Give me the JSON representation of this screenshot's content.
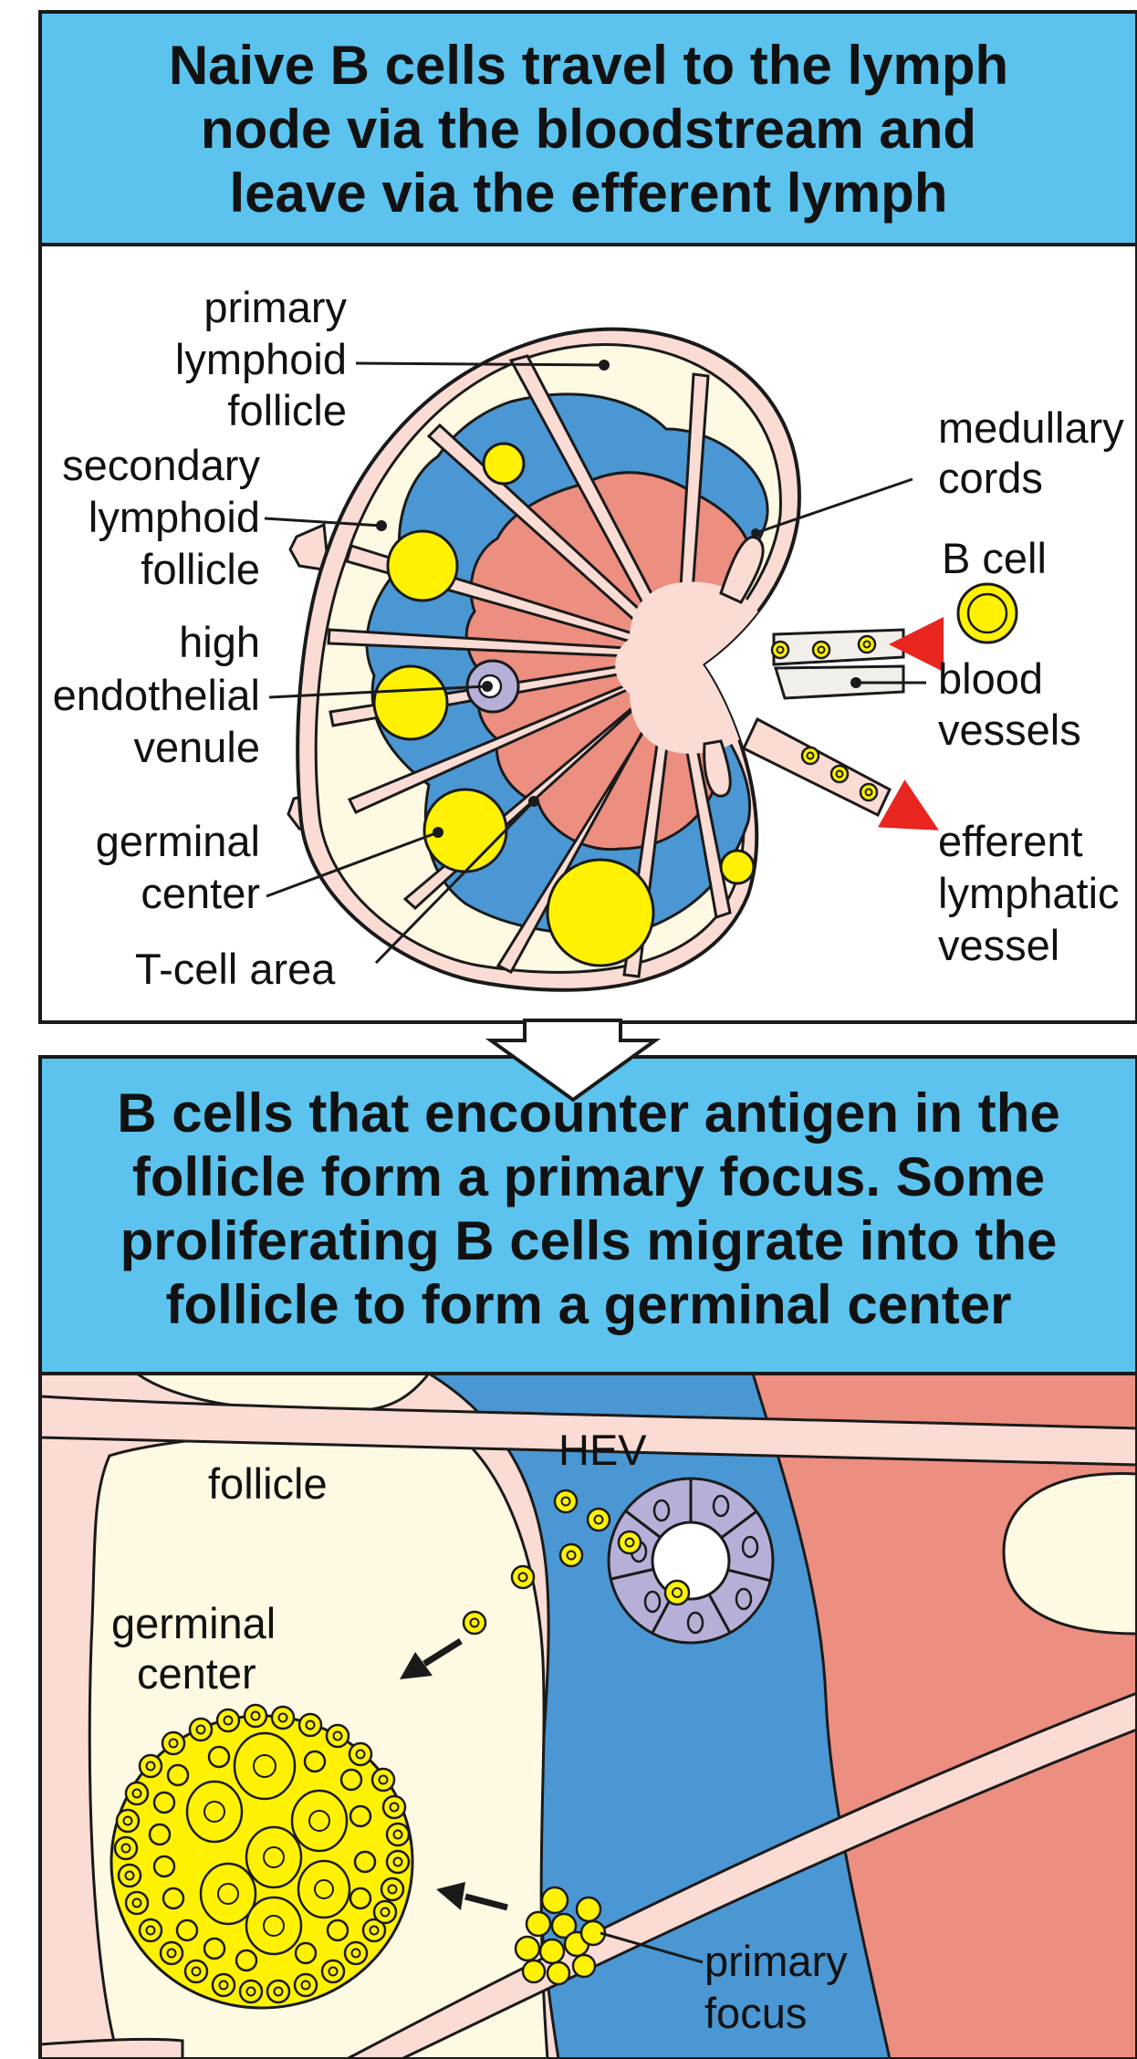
{
  "panel1": {
    "title_lines": [
      "Naive B cells travel to the lymph",
      "node via the bloodstream and",
      "leave via the efferent lymph"
    ],
    "labels": {
      "primary_follicle": [
        "primary",
        "lymphoid",
        "follicle"
      ],
      "secondary_follicle": [
        "secondary",
        "lymphoid",
        "follicle"
      ],
      "hev": [
        "high",
        "endothelial",
        "venule"
      ],
      "germinal_center": [
        "germinal",
        "center"
      ],
      "t_cell_area": "T-cell area",
      "medullary_cords": [
        "medullary",
        "cords"
      ],
      "b_cell": "B cell",
      "blood_vessels": [
        "blood",
        "vessels"
      ],
      "efferent_lymphatic": [
        "efferent",
        "lymphatic",
        "vessel"
      ]
    }
  },
  "panel2": {
    "title_lines": [
      "B cells that encounter antigen in the",
      "follicle form a primary focus. Some",
      "proliferating B cells migrate into the",
      "follicle to form a germinal center"
    ],
    "labels": {
      "follicle": "follicle",
      "hev": "HEV",
      "germinal_center": [
        "germinal",
        "center"
      ],
      "primary_focus": [
        "primary",
        "focus"
      ]
    }
  },
  "colors": {
    "header_blue": "#5bc3ee",
    "t_cell_blue": "#4a97d3",
    "medulla_pink": "#fadcd4",
    "medullary_red": "#ec8e80",
    "follicle_cream": "#fdf9e2",
    "germinal_yellow": "#fff200",
    "hev_lavender": "#b6b0d8"
  }
}
